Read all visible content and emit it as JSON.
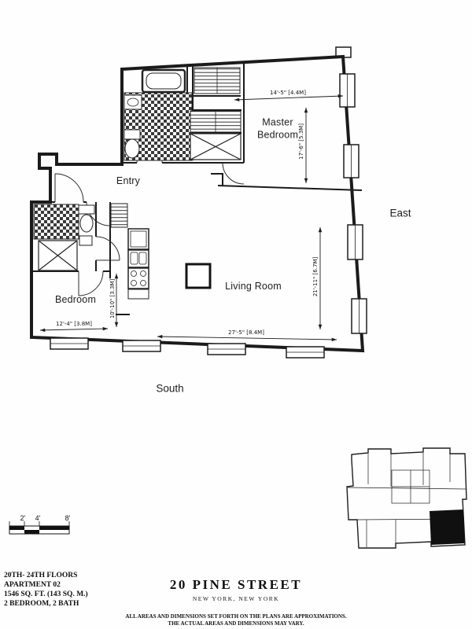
{
  "plan": {
    "rooms": {
      "master_bedroom": "Master Bedroom",
      "entry": "Entry",
      "bedroom": "Bedroom",
      "living_room": "Living Room"
    },
    "compass": {
      "east": "East",
      "south": "South"
    },
    "dimensions": {
      "master_width": "14'-5\" [4.4M]",
      "master_depth": "17'-6\" [5.3M]",
      "living_depth": "21'-11\" [6.7M]",
      "living_width": "27'-5\" [8.4M]",
      "bedroom_width": "12'-4\" [3.8M]",
      "bedroom_depth": "10'-10\" [3.3M]"
    }
  },
  "scale_bar": {
    "labels": [
      "2'",
      "4'",
      "8'"
    ]
  },
  "info_block": {
    "lines": [
      "20TH- 24TH FLOORS",
      "APARTMENT 02",
      "1546 SQ. FT. (143 SQ. M.)",
      "2 BEDROOM, 2 BATH"
    ]
  },
  "title_block": {
    "title": "20 PINE STREET",
    "subtitle": "NEW YORK, NEW YORK",
    "disclaimer": [
      "ALL AREAS AND DIMENSIONS SET FORTH ON THE PLANS ARE APPROXIMATIONS.",
      "THE ACTUAL AREAS AND DIMENSIONS MAY VARY."
    ]
  }
}
